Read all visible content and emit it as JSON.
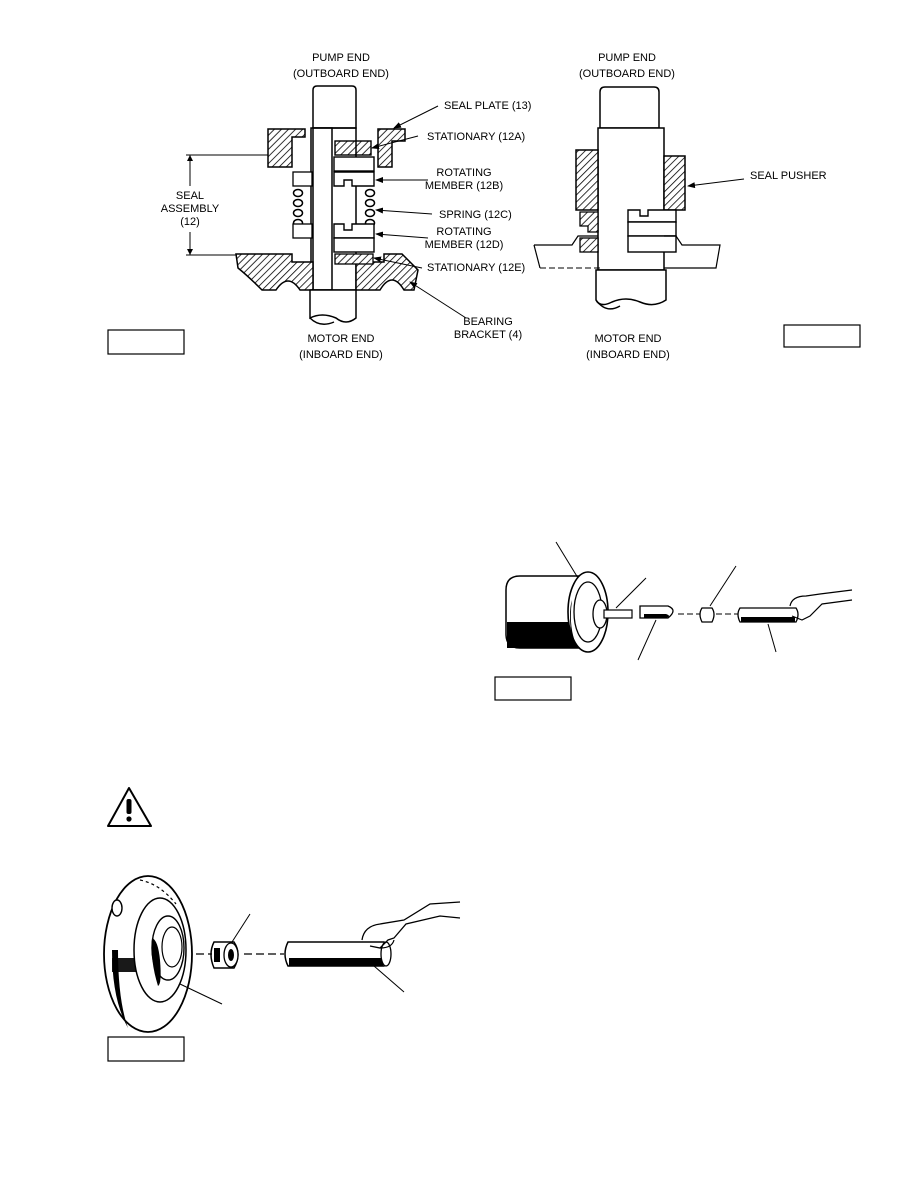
{
  "figure_left": {
    "top_label_1": "PUMP END",
    "top_label_2": "(OUTBOARD END)",
    "bottom_label_1": "MOTOR END",
    "bottom_label_2": "(INBOARD END)",
    "seal_assembly_1": "SEAL",
    "seal_assembly_2": "ASSEMBLY",
    "seal_assembly_3": "(12)",
    "callout_seal_plate": "SEAL PLATE (13)",
    "callout_stationary_a": "STATIONARY (12A)",
    "callout_rotating_b_1": "ROTATING",
    "callout_rotating_b_2": "MEMBER (12B)",
    "callout_spring": "SPRING (12C)",
    "callout_rotating_d_1": "ROTATING",
    "callout_rotating_d_2": "MEMBER (12D)",
    "callout_stationary_e": "STATIONARY (12E)",
    "callout_bearing_1": "BEARING",
    "callout_bearing_2": "BRACKET (4)"
  },
  "figure_right": {
    "top_label_1": "PUMP END",
    "top_label_2": "(OUTBOARD END)",
    "bottom_label_1": "MOTOR END",
    "bottom_label_2": "(INBOARD END)",
    "callout_seal_pusher": "SEAL PUSHER"
  },
  "icons": [
    "warning-triangle-icon",
    "hand-icon"
  ]
}
